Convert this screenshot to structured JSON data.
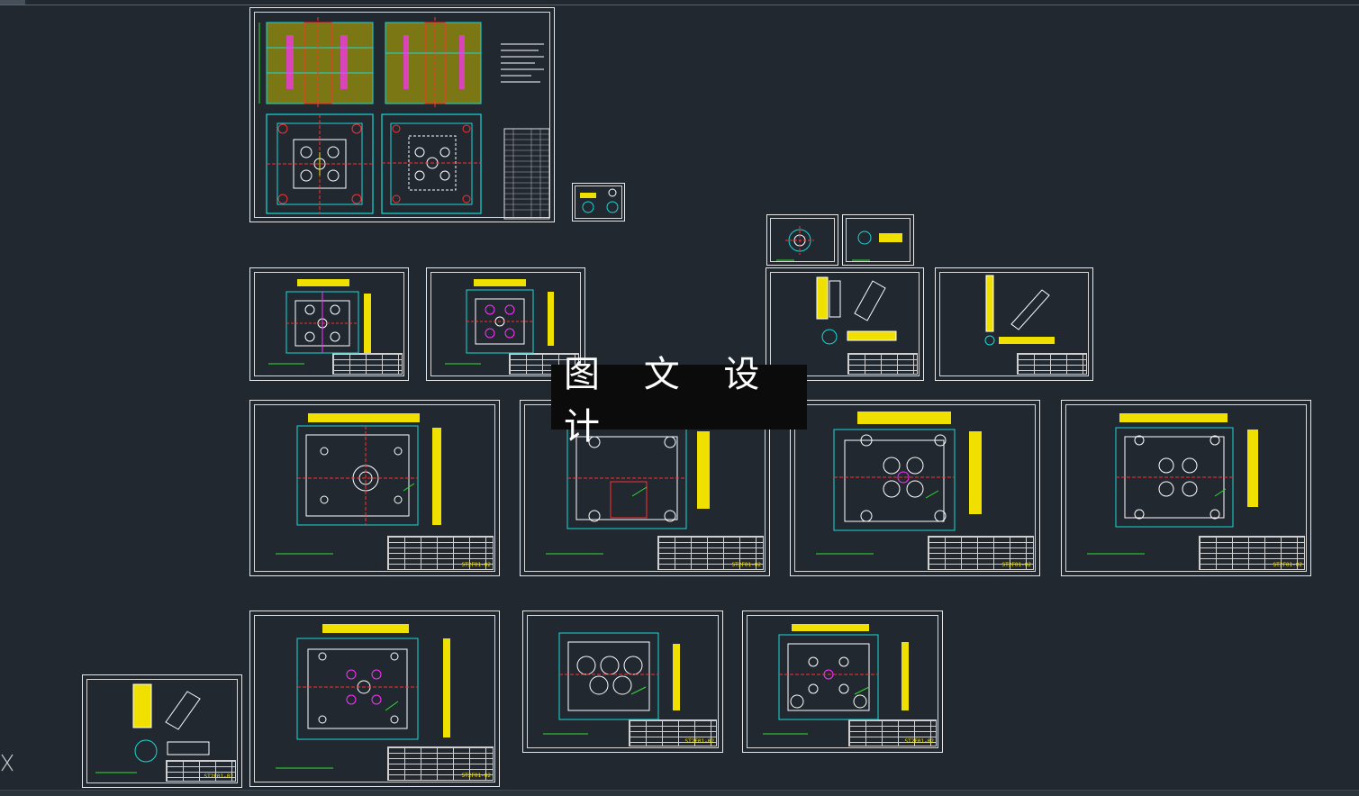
{
  "app": {
    "watermark_text": "图 文 设 计"
  },
  "colors": {
    "background": "#212830",
    "frame": "#e8e8e8",
    "yellow": "#f0e000",
    "cyan": "#18d8d8",
    "red": "#ff3030",
    "green": "#30e030",
    "magenta": "#ff30ff",
    "hatch": "#d8c800"
  },
  "icons": {
    "ucs": "ucs-axis-icon"
  },
  "sheets": {
    "s10": {
      "code": "ST2F01-02"
    },
    "s11": {
      "code": "ST2F01-02"
    },
    "s12": {
      "code": "ST2F01-02"
    },
    "s13": {
      "code": "ST2F01-02"
    },
    "s14": {
      "code": "ST2F01-02"
    },
    "s15": {
      "code": "ST2F01-02"
    },
    "s16": {
      "code": "ST2F01-02"
    }
  }
}
